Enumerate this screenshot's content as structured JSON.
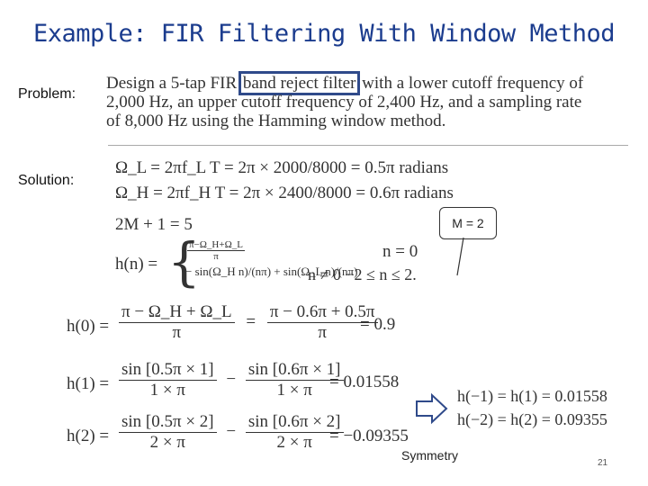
{
  "slide": {
    "title": "Example: FIR Filtering With Window Method",
    "problem_label": "Problem:",
    "solution_label": "Solution:",
    "problem_lines": [
      [
        "Design a 5-tap FIR ",
        "band reject filter",
        " with a lower cutoff frequency of"
      ],
      [
        "2,000 Hz, an upper cutoff frequency of 2,400 Hz, and a sampling rate"
      ],
      [
        "of 8,000 Hz using the Hamming window method."
      ]
    ],
    "eq": {
      "omega_l": "Ω_L = 2πf_L T = 2π × 2000/8000 = 0.5π  radians",
      "omega_h": "Ω_H = 2πf_H T = 2π × 2400/8000 = 0.6π  radians",
      "two_m": "2M + 1 = 5",
      "hn_lhs": "h(n) =",
      "hn_case1_num": "π−Ω_H+Ω_L",
      "hn_case1_den": "π",
      "hn_case1_cond": "n = 0",
      "hn_case2": "− sin(Ω_H n)/(nπ) + sin(Ω_L n)/(nπ)",
      "hn_case2_cond": "n ≠ 0   −2 ≤ n ≤ 2.",
      "h0_lhs": "h(0) =",
      "h0_num1": "π − Ω_H + Ω_L",
      "h0_den1": "π",
      "h0_num2": "π − 0.6π + 0.5π",
      "h0_den2": "π",
      "h0_val": "= 0.9",
      "h1_lhs": "h(1) =",
      "h1_num1": "sin [0.5π × 1]",
      "h1_den1": "1 × π",
      "h1_num2": "sin [0.6π × 1]",
      "h1_den2": "1 × π",
      "h1_val": "= 0.01558",
      "h2_lhs": "h(2) =",
      "h2_num1": "sin [0.5π × 2]",
      "h2_den1": "2 × π",
      "h2_num2": "sin [0.6π × 2]",
      "h2_den2": "2 × π",
      "h2_val": "= −0.09355",
      "sym1": "h(−1) = h(1) = 0.01558",
      "sym2": "h(−2) = h(2) = 0.09355"
    },
    "m_box": "M = 2",
    "symmetry": "Symmetry",
    "page": "21"
  },
  "colors": {
    "title": "#1b3c8e",
    "highlight_box": "#2f4a8a"
  },
  "icons": {
    "arrow": "arrow-right-icon"
  }
}
